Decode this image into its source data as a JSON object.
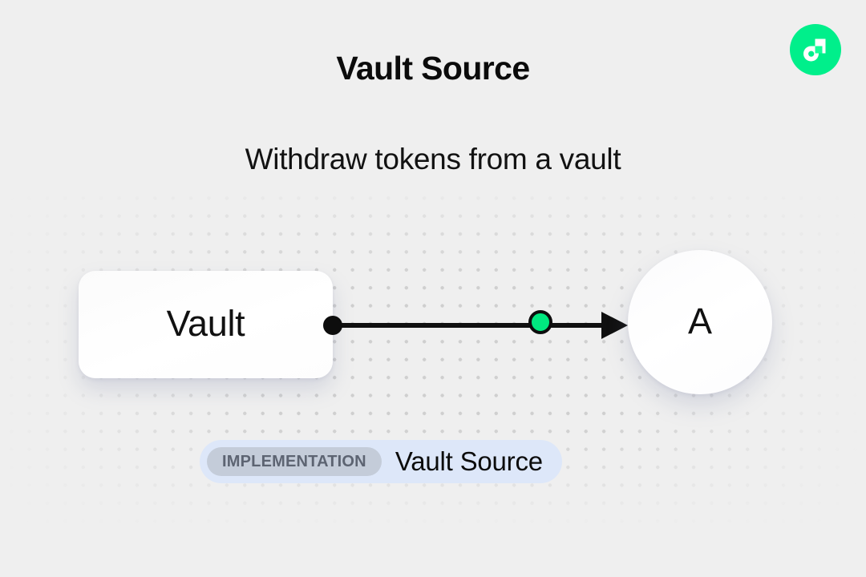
{
  "header": {
    "title": "Vault Source",
    "subtitle": "Withdraw tokens from a vault",
    "logo_icon": "flow-logo-icon",
    "logo_color": "#00ef8b"
  },
  "diagram": {
    "type": "flow-graph",
    "source_node": {
      "label": "Vault",
      "shape": "rounded-rect",
      "icon": "source-connector-dot-icon"
    },
    "edge": {
      "midpoint_node_label": "",
      "midpoint_color": "#00e87f",
      "arrow_icon": "arrow-right-icon",
      "stroke_color": "#101010"
    },
    "target_node": {
      "label": "A",
      "shape": "circle"
    }
  },
  "footer": {
    "badge_label": "IMPLEMENTATION",
    "implementation_name": "Vault Source",
    "badge_bg": "#c4ccd9",
    "bar_bg": "#dde7f9"
  },
  "background": {
    "color": "#efefef",
    "dot_color": "#cfcfcf"
  }
}
